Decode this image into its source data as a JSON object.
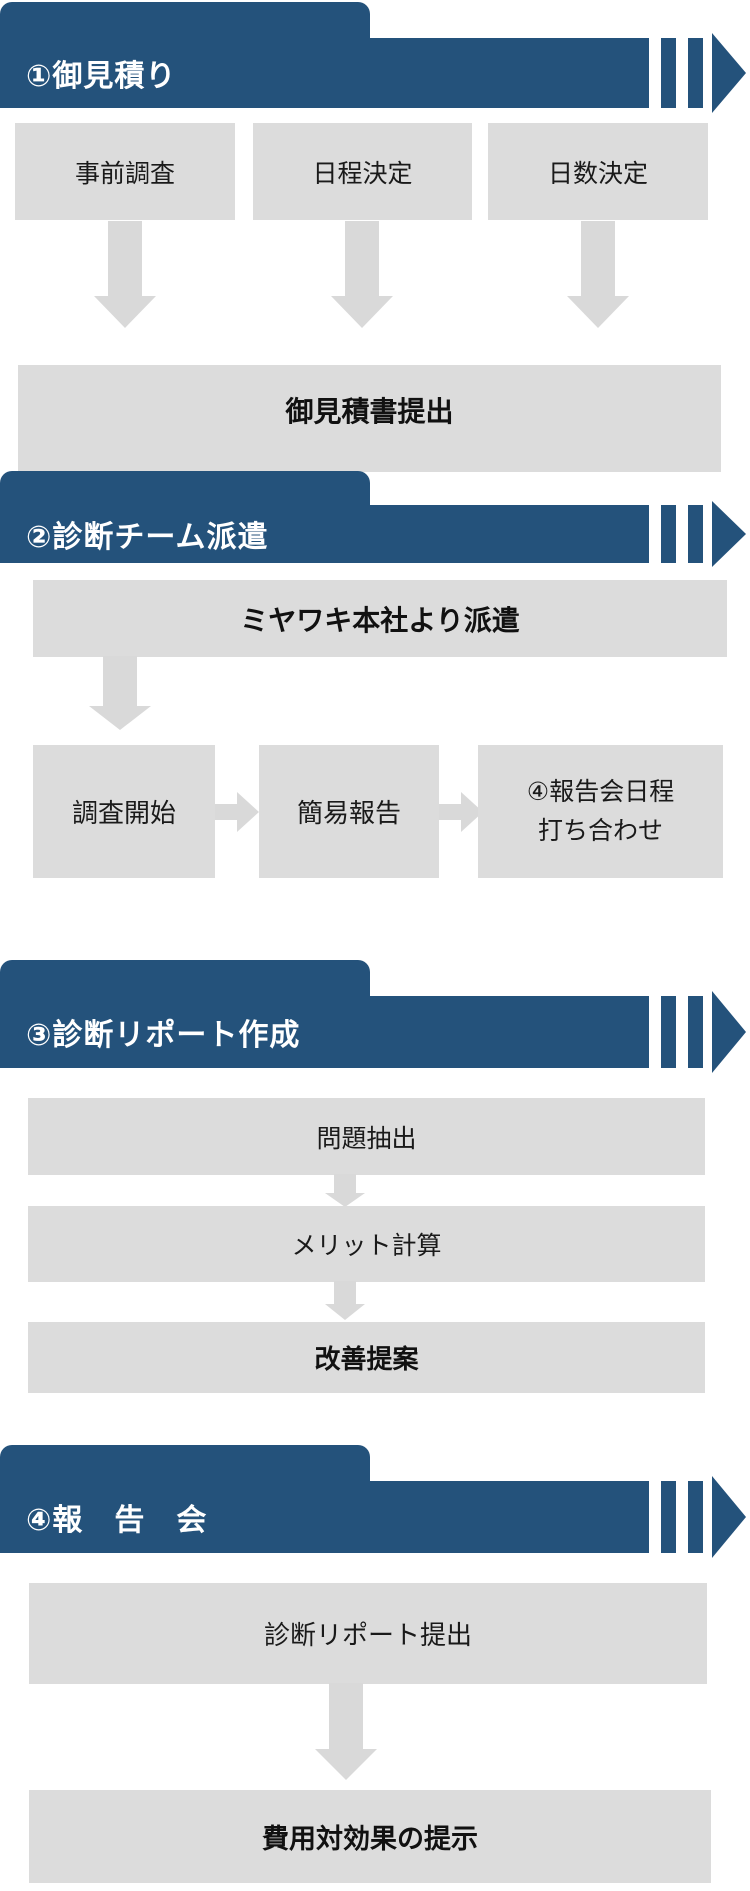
{
  "colors": {
    "accent_blue": "#24527B",
    "box_gray": "#DCDCDC",
    "arrow_gray": "#D9D9D9",
    "header_text": "#FFFFFF",
    "body_text": "#1A1A1A"
  },
  "icons": {
    "header_decoration": "chevron-bars-and-right-arrow"
  },
  "sections": [
    {
      "title": "①御見積り",
      "step_boxes": [
        "事前調査",
        "日程決定",
        "日数決定"
      ],
      "result_label": "御見積書提出"
    },
    {
      "title": "②診断チーム派遣",
      "source_label": "ミヤワキ本社より派遣",
      "flow_boxes": [
        "調査開始",
        "簡易報告"
      ],
      "meeting_box": {
        "line1": "④報告会日程",
        "line2": "打ち合わせ"
      }
    },
    {
      "title": "③診断リポート作成",
      "step_boxes": [
        "問題抽出",
        "メリット計算",
        "改善提案"
      ]
    },
    {
      "title": "④報　告　会",
      "report_label": "診断リポート提出",
      "result_label": "費用対効果の提示"
    }
  ]
}
